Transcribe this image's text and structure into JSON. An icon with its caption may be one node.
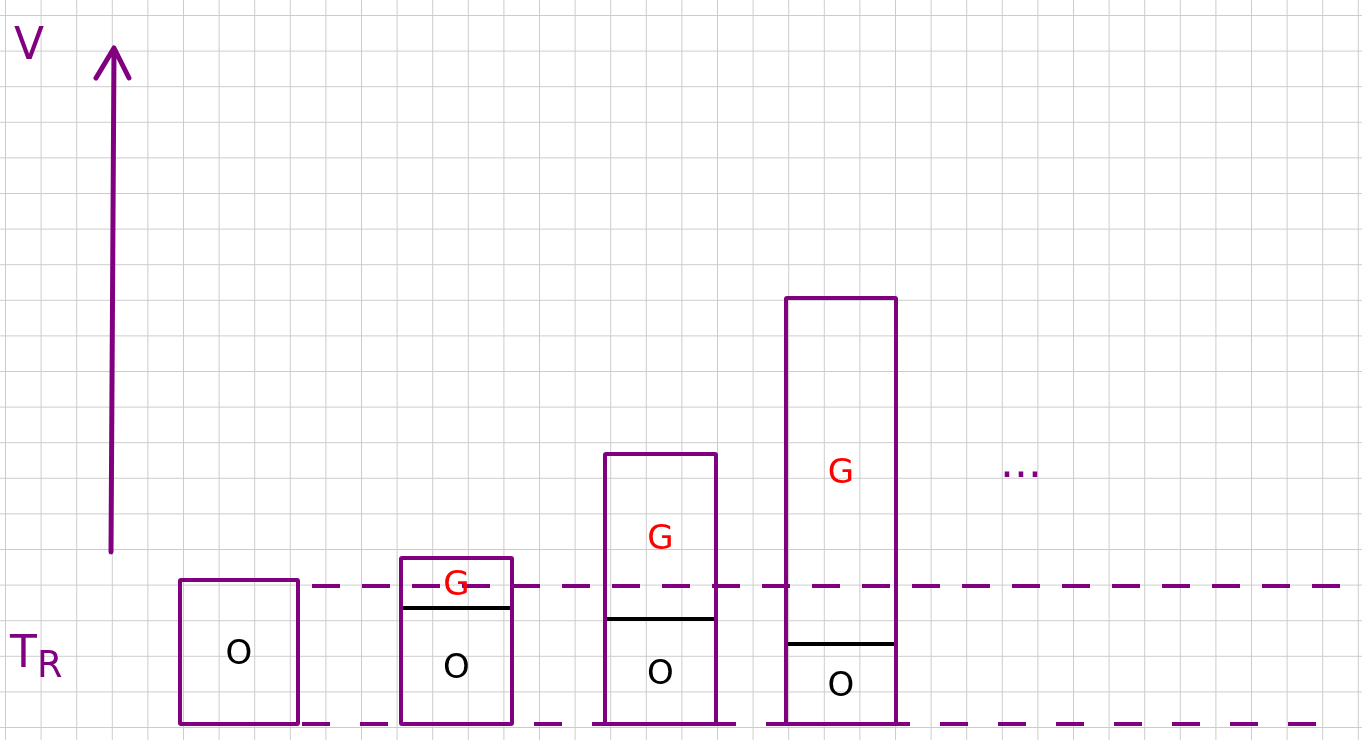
{
  "diagram": {
    "nodes": [
      {
        "text": [
          "O"
        ]
      },
      {
        "text": [
          "G",
          "O"
        ]
      },
      {
        "text": [
          "G",
          "O"
        ]
      },
      {
        "text": [
          "G",
          "O"
        ]
      }
    ],
    "labels": [
      "V",
      "T$_{R}$",
      "..."
    ]
  }
}
